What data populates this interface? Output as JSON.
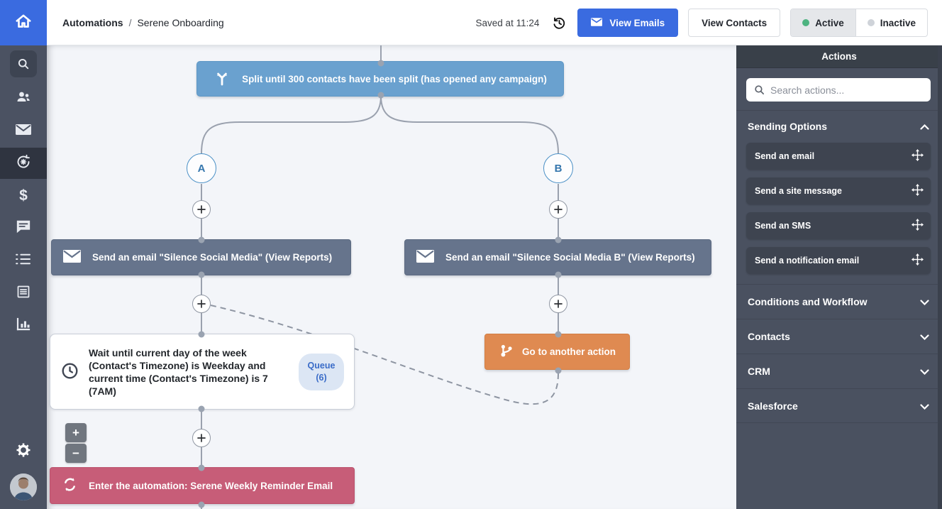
{
  "topbar": {
    "breadcrumb_section": "Automations",
    "breadcrumb_separator": "/",
    "breadcrumb_page": "Serene Onboarding",
    "saved_text": "Saved at 11:24",
    "view_emails_label": "View Emails",
    "view_contacts_label": "View Contacts",
    "active_label": "Active",
    "inactive_label": "Inactive"
  },
  "sidebar": {
    "icons": [
      "home-icon",
      "search-icon",
      "contacts-icon",
      "email-icon",
      "automation-icon",
      "deals-icon",
      "conversations-icon",
      "lists-icon",
      "forms-icon",
      "reports-icon",
      "settings-icon",
      "avatar"
    ],
    "deals_glyph": "$",
    "active_item": "automation"
  },
  "canvas": {
    "nodes": {
      "split": {
        "label": "Split until 300 contacts have been split (has opened any campaign)"
      },
      "branch_a_label": "A",
      "branch_b_label": "B",
      "email_a": {
        "label": "Send an email \"Silence Social Media\" (View Reports)"
      },
      "email_b": {
        "label": "Send an email \"Silence Social Media B\" (View Reports)"
      },
      "wait": {
        "label": "Wait until current day of the week (Contact's Timezone) is Weekday and current time (Contact's Timezone) is 7 (7AM)",
        "queue_label": "Queue",
        "queue_count": "(6)"
      },
      "goto": {
        "label": "Go to another action"
      },
      "enter": {
        "label": "Enter the automation: Serene Weekly Reminder Email"
      }
    },
    "zoom_in_label": "+",
    "zoom_out_label": "−"
  },
  "actions_panel": {
    "title": "Actions",
    "search_placeholder": "Search actions...",
    "sections": [
      {
        "label": "Sending Options",
        "expanded": true,
        "items": [
          "Send an email",
          "Send a site message",
          "Send an SMS",
          "Send a notification email"
        ]
      },
      {
        "label": "Conditions and Workflow",
        "expanded": false
      },
      {
        "label": "Contacts",
        "expanded": false
      },
      {
        "label": "CRM",
        "expanded": false
      },
      {
        "label": "Salesforce",
        "expanded": false
      }
    ]
  },
  "colors": {
    "brand_blue": "#3a6be0",
    "split_blue": "#6aa1cf",
    "email_slate": "#66748c",
    "goto_orange": "#df8a51",
    "enter_pink": "#c75d78",
    "active_green": "#4db380",
    "inactive_gray": "#cfd3d9",
    "queue_badge_bg": "#dce6f4",
    "queue_badge_text": "#3a6cc8",
    "sidebar_dark": "#4b5262",
    "panel_dark": "#4a5160",
    "canvas_bg": "#f3f5f9",
    "wire_gray": "#9aa1ae"
  }
}
